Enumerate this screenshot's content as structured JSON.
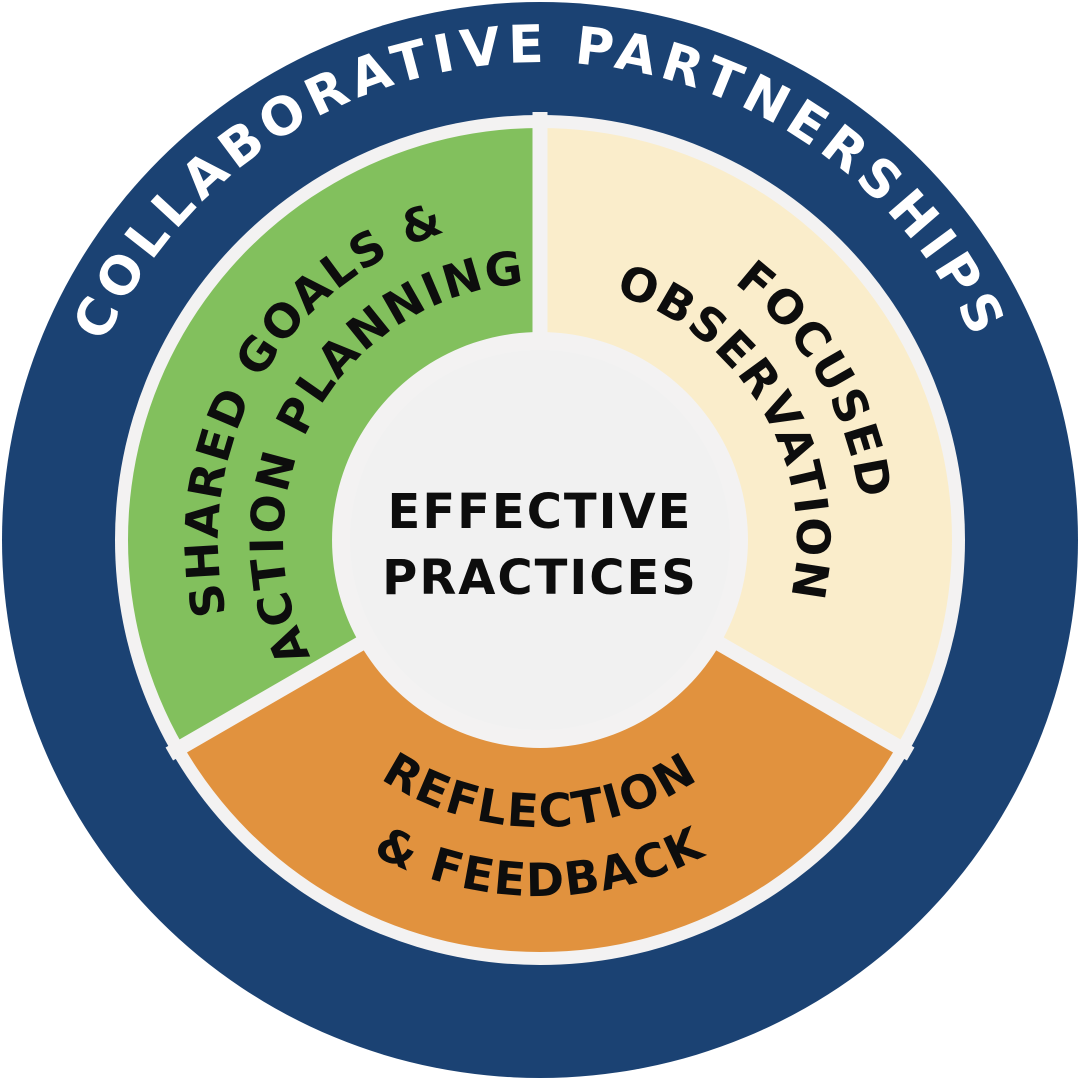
{
  "diagram": {
    "title": "Effective Practices coaching cycle wheel",
    "outer_ring": {
      "label": "COLLABORATIVE PARTNERSHIPS"
    },
    "center": {
      "line1": "EFFECTIVE",
      "line2": "PRACTICES"
    },
    "segments": [
      {
        "name": "Shared Goals & Action Planning",
        "line1": "SHARED GOALS &",
        "line2": "ACTION PLANNING",
        "position": "upper-left"
      },
      {
        "name": "Focused Observation",
        "line1": "FOCUSED",
        "line2": "OBSERVATION",
        "position": "upper-right"
      },
      {
        "name": "Reflection & Feedback",
        "line1": "REFLECTION",
        "line2": "& FEEDBACK",
        "position": "bottom"
      }
    ]
  },
  "colors": {
    "navy": "#1B4273",
    "green": "#82C05D",
    "cream": "#FAEDCB",
    "orange": "#E1923E",
    "gap_light": "#F3F2F2",
    "center_fill": "#F1F1F1",
    "ring_text": "#FFFFFF",
    "dark_text": "#0D0D0D"
  }
}
